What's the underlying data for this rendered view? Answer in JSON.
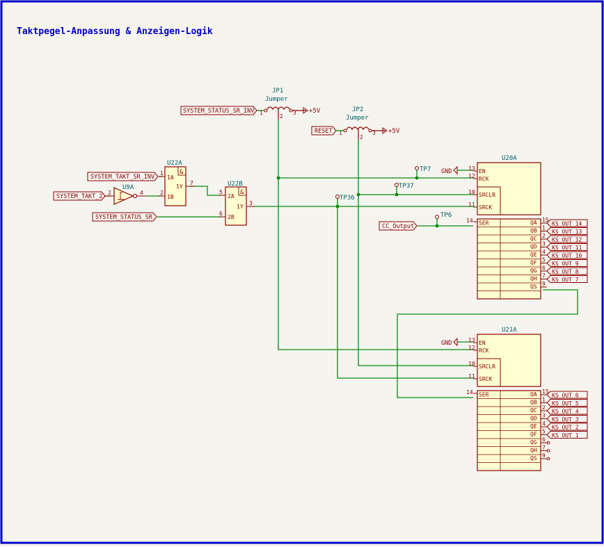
{
  "title": "Taktpegel-Anpassung & Anzeigen-Logik",
  "colors": {
    "border": "#0000c8",
    "wire": "#0a8a0a",
    "body": "#8b0000",
    "fill": "#ffffd2",
    "pin": "#8b0000",
    "text": "#006060",
    "label_fill": "#f5f4ef"
  },
  "labels": {
    "system_status_sr_inv": "SYSTEM_STATUS_SR_INV",
    "reset": "RESET",
    "system_takt_sr_inv": "SYSTEM_TAKT_SR_INV",
    "system_takt_2": "SYSTEM_TAKT_2",
    "system_status_sr": "SYSTEM_STATUS_SR",
    "cc_output": "CC_Output"
  },
  "power": {
    "plus5v": "+5V",
    "gnd": "GND"
  },
  "jumpers": {
    "jp1_ref": "JP1",
    "jp1_val": "Jumper",
    "jp2_ref": "JP2",
    "jp2_val": "Jumper",
    "pin1": "1",
    "pin2": "2",
    "pin3": "3"
  },
  "testpoints": {
    "tp7": "TP7",
    "tp37": "TP37",
    "tp36": "TP36",
    "tp6": "TP6"
  },
  "u9a": {
    "ref": "U9A",
    "in_pin": "2",
    "out_pin": "4"
  },
  "u22a": {
    "ref": "U22A",
    "amp": "&",
    "a": "1A",
    "b": "1B",
    "y": "1Y",
    "pin_a": "1",
    "pin_b": "2",
    "pin_y": "7"
  },
  "u22b": {
    "ref": "U22B",
    "amp": "&",
    "a": "2A",
    "b": "2B",
    "y": "1Y",
    "pin_a": "5",
    "pin_b": "6",
    "pin_y": "3"
  },
  "u20a": {
    "ref": "U20A",
    "pins": {
      "en": "EN",
      "rck": "RCK",
      "srclr": "SRCLR",
      "srck": "SRCK",
      "ser": "SER",
      "en_n": "13",
      "rck_n": "12",
      "srclr_n": "10",
      "srck_n": "11",
      "ser_n": "14"
    },
    "outputs": [
      {
        "name": "QA",
        "pin": "15",
        "label": "KS_OUT_14"
      },
      {
        "name": "QB",
        "pin": "1",
        "label": "KS_OUT_13"
      },
      {
        "name": "QC",
        "pin": "2",
        "label": "KS_OUT_12"
      },
      {
        "name": "QD",
        "pin": "3",
        "label": "KS_OUT_11"
      },
      {
        "name": "QE",
        "pin": "4",
        "label": "KS_OUT_10"
      },
      {
        "name": "QF",
        "pin": "5",
        "label": "KS_OUT_9"
      },
      {
        "name": "QG",
        "pin": "6",
        "label": "KS_OUT_8"
      },
      {
        "name": "QH",
        "pin": "7",
        "label": "KS_OUT_7"
      },
      {
        "name": "QS",
        "pin": "9",
        "label": ""
      }
    ]
  },
  "u21a": {
    "ref": "U21A",
    "pins": {
      "en": "EN",
      "rck": "RCK",
      "srclr": "SRCLR",
      "srck": "SRCK",
      "ser": "SER",
      "en_n": "13",
      "rck_n": "12",
      "srclr_n": "10",
      "srck_n": "11",
      "ser_n": "14"
    },
    "outputs": [
      {
        "name": "QA",
        "pin": "15",
        "label": "KS_OUT_6"
      },
      {
        "name": "QB",
        "pin": "1",
        "label": "KS_OUT_5"
      },
      {
        "name": "QC",
        "pin": "2",
        "label": "KS_OUT_4"
      },
      {
        "name": "QD",
        "pin": "3",
        "label": "KS_OUT_3"
      },
      {
        "name": "QE",
        "pin": "4",
        "label": "KS_OUT_2"
      },
      {
        "name": "QF",
        "pin": "5",
        "label": "KS_OUT_1"
      },
      {
        "name": "QG",
        "pin": "6",
        "label": ""
      },
      {
        "name": "QH",
        "pin": "7",
        "label": ""
      },
      {
        "name": "QS",
        "pin": "9",
        "label": ""
      }
    ]
  }
}
